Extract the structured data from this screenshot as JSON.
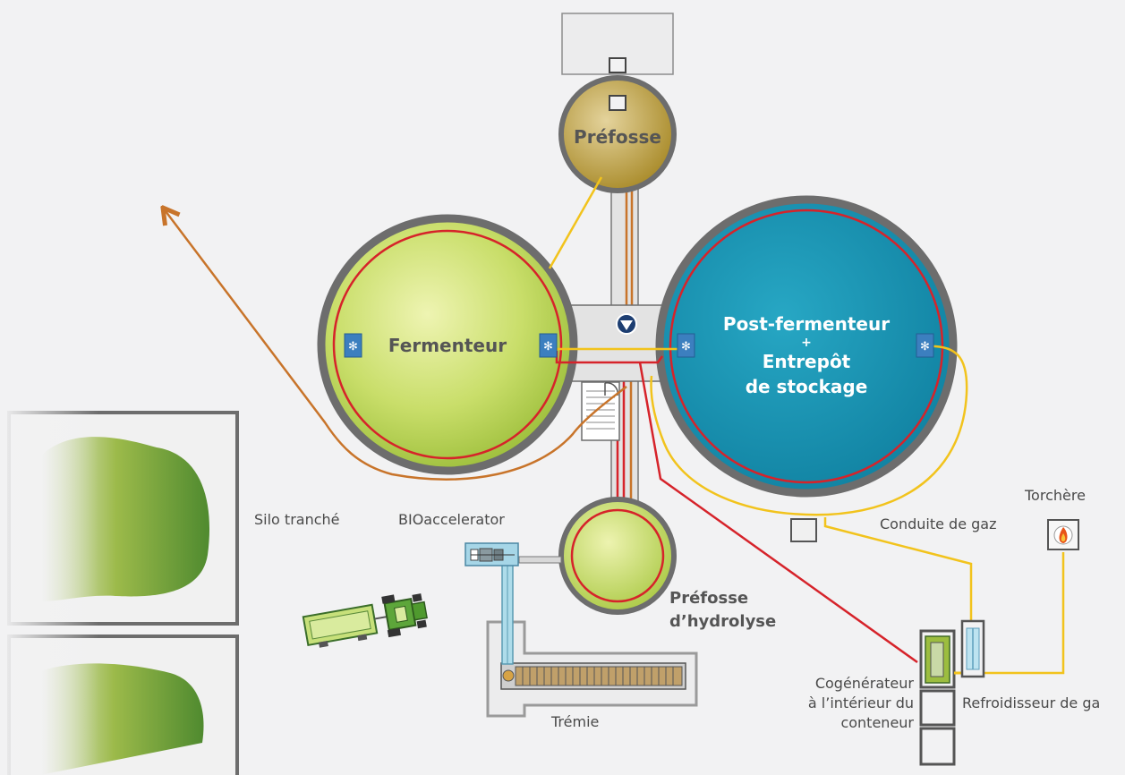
{
  "tanks": {
    "prefosse": "Préfosse",
    "fermenteur": "Fermenteur",
    "post_line1": "Post-fermenteur",
    "post_line2": "+",
    "post_line3": "Entrepôt",
    "post_line4": "de stockage",
    "hydrolyse_line1": "Préfosse",
    "hydrolyse_line2": "d’hydrolyse"
  },
  "labels": {
    "silo": "Silo tranché",
    "bioaccelerator": "BIOaccelerator",
    "conduite": "Conduite de gaz",
    "torchere": "Torchère",
    "cogen_line1": "Cogénérateur",
    "cogen_line2": "à l’intérieur du",
    "cogen_line3": "conteneur",
    "refroidisseur": "Refroidisseur de ga",
    "tremie": "Trémie"
  },
  "colors": {
    "background": "#f2f2f3",
    "gas_pipe": "#f2c31c",
    "heat_pipe": "#d6232a",
    "substrate_pipe": "#c8742a",
    "fermenteur_fill": "#b4cf48",
    "post_fill": "#1e98b6",
    "prefosse_fill": "#b89a38",
    "tank_wall": "#6d6d6d"
  },
  "icons": [
    "agitator-icon",
    "pump-icon",
    "flame-icon",
    "tractor-icon",
    "stairs-icon"
  ]
}
